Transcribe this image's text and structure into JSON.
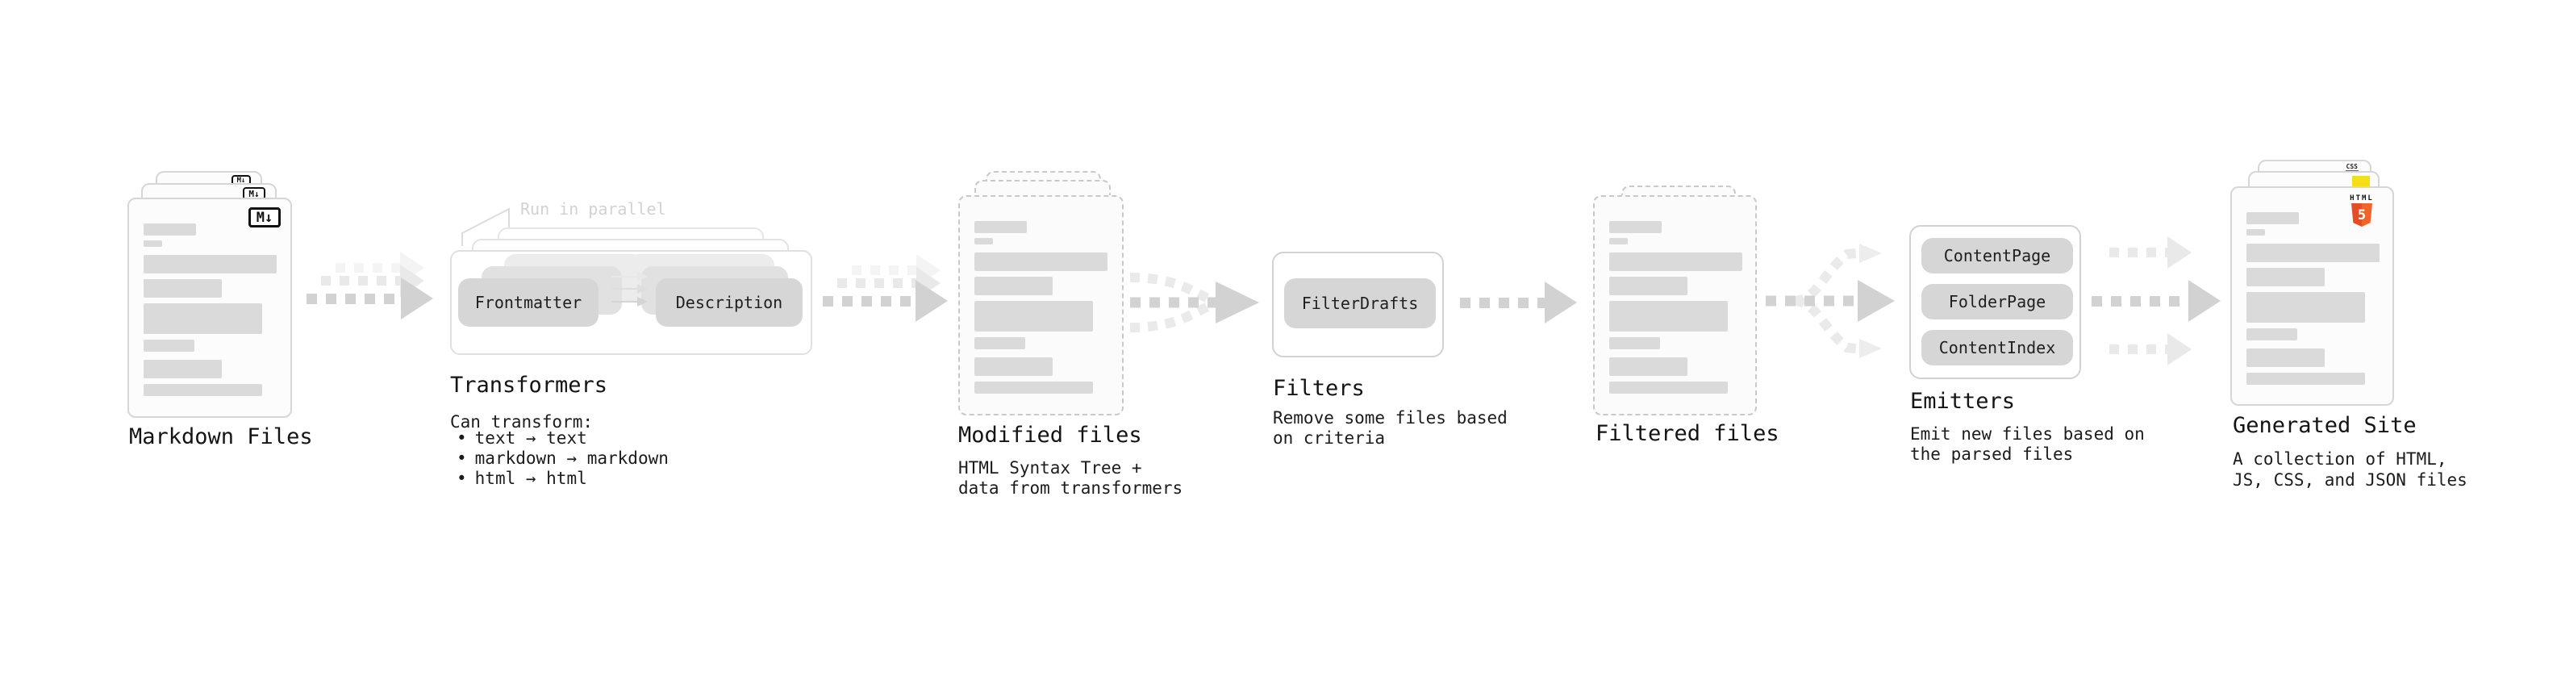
{
  "diagram": {
    "stages": {
      "markdown_files": {
        "title": "Markdown Files",
        "md_icon": "M↓"
      },
      "transformers": {
        "callout": "Run in parallel",
        "source_pill": "Frontmatter",
        "result_pill": "Description",
        "title": "Transformers",
        "heading": "Can transform:",
        "bullet": "•",
        "bullets": [
          "text → text",
          "markdown → markdown",
          "html → html"
        ]
      },
      "modified_files": {
        "title": "Modified files",
        "description": "HTML Syntax Tree +\ndata from transformers"
      },
      "filters": {
        "pill": "FilterDrafts",
        "title": "Filters",
        "description": "Remove some files based\non criteria"
      },
      "filtered_files": {
        "title": "Filtered files"
      },
      "emitters": {
        "pills": [
          "ContentPage",
          "FolderPage",
          "ContentIndex"
        ],
        "title": "Emitters",
        "description": "Emit new files based on\nthe parsed files"
      },
      "generated_site": {
        "title": "Generated Site",
        "description": "A collection of HTML,\nJS, CSS, and JSON files",
        "html5_label": "HTML",
        "html5_number": "5",
        "css_label": "CSS"
      }
    },
    "colors": {
      "html5_orange": "#e44d26",
      "js_yellow": "#f5de19",
      "css_blue": "#2d6ae3",
      "arrow_dark": "#d2d2d2",
      "arrow_light": "#e9e9e9"
    }
  }
}
